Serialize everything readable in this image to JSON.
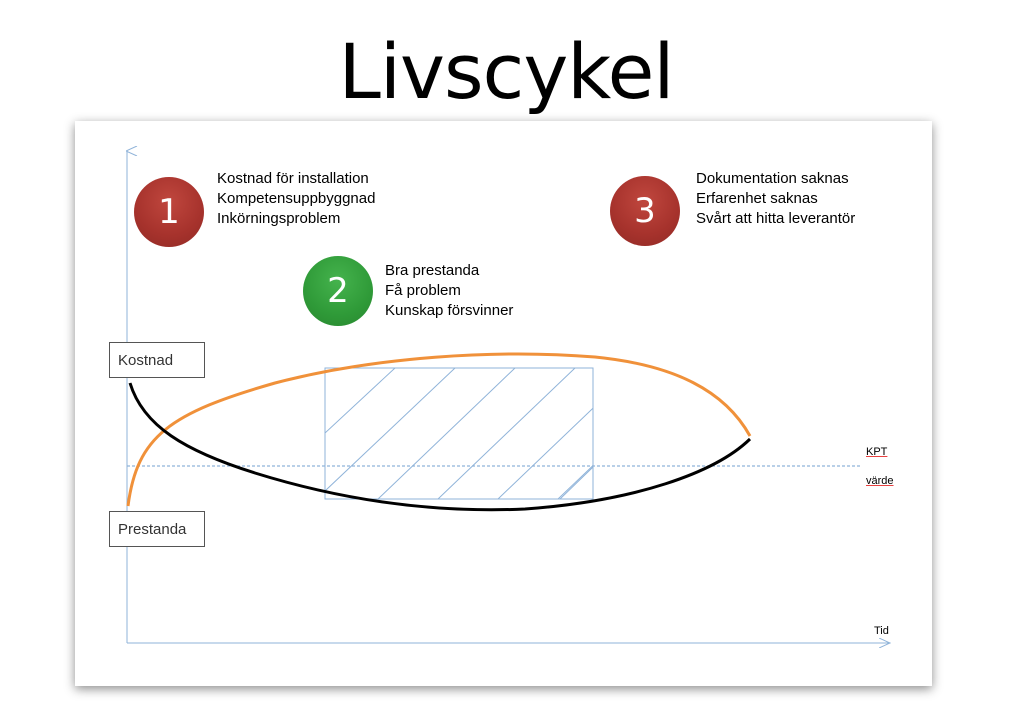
{
  "title": "Livscykel",
  "phases": [
    {
      "number": "1",
      "color": "#a6322c",
      "items": [
        "Kostnad för installation",
        "Kompetensuppbyggnad",
        "Inkörningsproblem"
      ]
    },
    {
      "number": "2",
      "color": "#2f9a38",
      "items": [
        "Bra prestanda",
        "Få problem",
        "Kunskap försvinner"
      ]
    },
    {
      "number": "3",
      "color": "#a6322c",
      "items": [
        "Dokumentation saknas",
        "Erfarenhet saknas",
        "Svårt att hitta leverantör"
      ]
    }
  ],
  "boxes": {
    "cost": "Kostnad",
    "performance": "Prestanda"
  },
  "kpt": {
    "line1": "KPT",
    "line2": "värde"
  },
  "axis": {
    "x_label": "Tid"
  },
  "colors": {
    "performance_curve": "#f0913a",
    "cost_curve": "#000000",
    "axis": "#8fb3d9",
    "hatch": "#8fb3d9"
  }
}
